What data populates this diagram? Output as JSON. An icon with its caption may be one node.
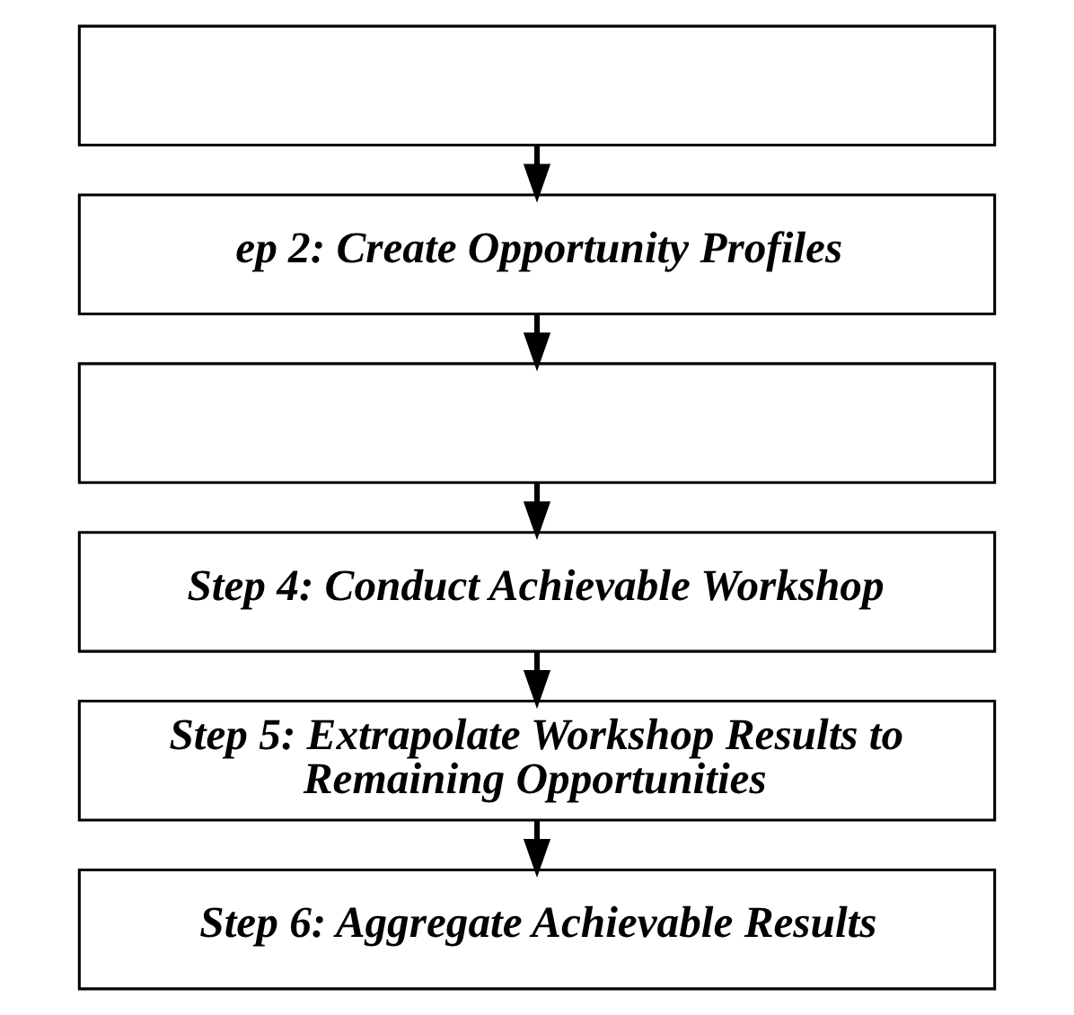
{
  "diagram": {
    "nodes": [
      {
        "text": [],
        "shape": "box"
      },
      {
        "text": [
          "ep 2: Create Opportunity Profiles"
        ]
      },
      {
        "text": [],
        "shape": "box"
      },
      {
        "text": [
          "Step 4: Conduct Achievable Workshop"
        ]
      },
      {
        "text": [
          "Step 5: Extrapolate Workshop Results to Remaining Opportunities"
        ]
      },
      {
        "text": [
          "Step 6: Aggregate Achievable Results"
        ]
      }
    ],
    "edges": [
      {
        "from": 0,
        "to": 1,
        "arrow": "to"
      },
      {
        "from": 1,
        "to": 2,
        "arrow": "to"
      },
      {
        "from": 2,
        "to": 3,
        "arrow": "to"
      },
      {
        "from": 3,
        "to": 4,
        "arrow": "to"
      },
      {
        "from": 4,
        "to": 5,
        "arrow": "to"
      }
    ]
  }
}
